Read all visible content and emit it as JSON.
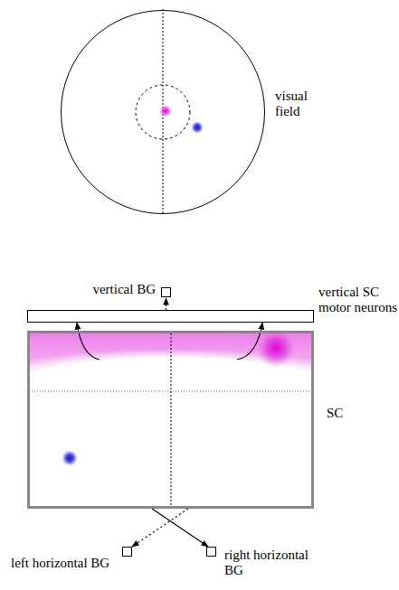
{
  "diagram": {
    "nodes": [
      {
        "text": [
          "visual field"
        ]
      },
      {
        "text": [
          "vertical BG"
        ]
      },
      {
        "text": [
          "vertical SC motor neurons"
        ]
      },
      {
        "text": [
          "SC"
        ]
      },
      {
        "text": [
          "left horizontal BG"
        ]
      },
      {
        "text": [
          "right horizontal BG"
        ]
      }
    ],
    "edges": [
      {
        "from": 3,
        "to": 2,
        "arrow": "to"
      },
      {
        "from": 3,
        "to": 2,
        "arrow": "to"
      },
      {
        "from": 2,
        "to": 1,
        "arrow": "to"
      },
      {
        "from": 3,
        "to": 4,
        "arrow": "to"
      },
      {
        "from": 3,
        "to": 5,
        "arrow": "to"
      }
    ]
  }
}
